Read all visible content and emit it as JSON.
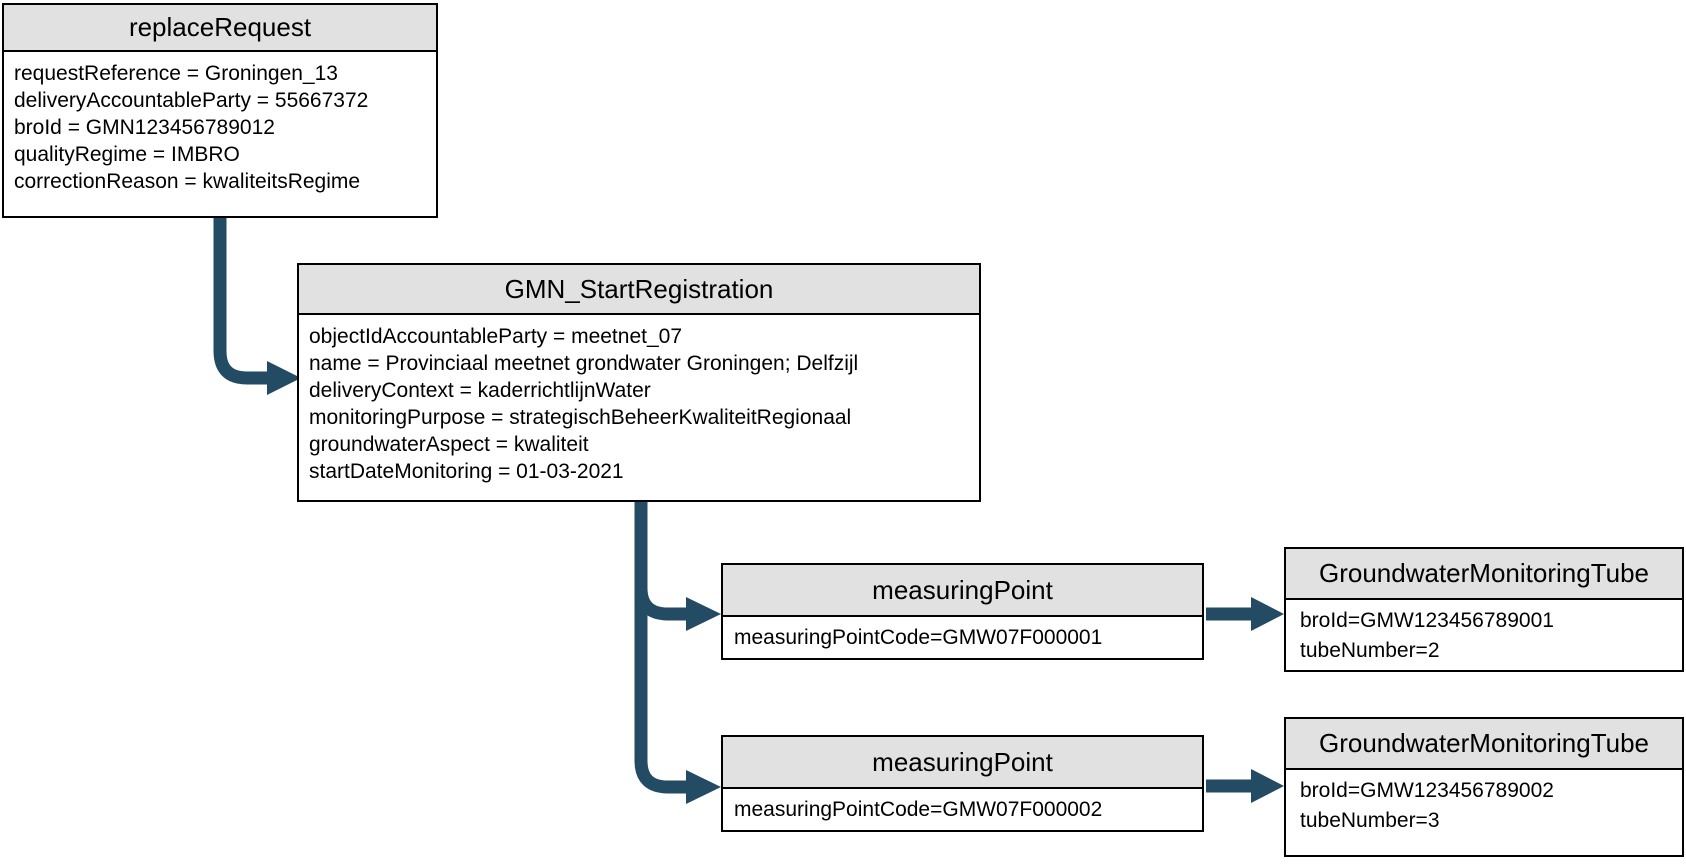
{
  "colors": {
    "arrow": "#234b63",
    "node_title_bg": "#e1e1e1",
    "node_border": "#000000"
  },
  "nodes": {
    "replace_request": {
      "title": "replaceRequest",
      "attributes": [
        "requestReference = Groningen_13",
        "deliveryAccountableParty = 55667372",
        "broId = GMN123456789012",
        "qualityRegime = IMBRO",
        "correctionReason = kwaliteitsRegime"
      ]
    },
    "gmn_start_registration": {
      "title": "GMN_StartRegistration",
      "attributes": [
        "objectIdAccountableParty = meetnet_07",
        "name = Provinciaal meetnet grondwater Groningen; Delfzijl",
        "deliveryContext = kaderrichtlijnWater",
        "monitoringPurpose = strategischBeheerKwaliteitRegionaal",
        "groundwaterAspect = kwaliteit",
        "startDateMonitoring = 01-03-2021"
      ]
    },
    "measuring_point_1": {
      "title": "measuringPoint",
      "attributes": [
        "measuringPointCode=GMW07F000001"
      ]
    },
    "tube_1": {
      "title": "GroundwaterMonitoringTube",
      "attributes": [
        "broId=GMW123456789001",
        "tubeNumber=2"
      ]
    },
    "measuring_point_2": {
      "title": "measuringPoint",
      "attributes": [
        "measuringPointCode=GMW07F000002"
      ]
    },
    "tube_2": {
      "title": "GroundwaterMonitoringTube",
      "attributes": [
        "broId=GMW123456789002",
        "tubeNumber=3"
      ]
    }
  }
}
